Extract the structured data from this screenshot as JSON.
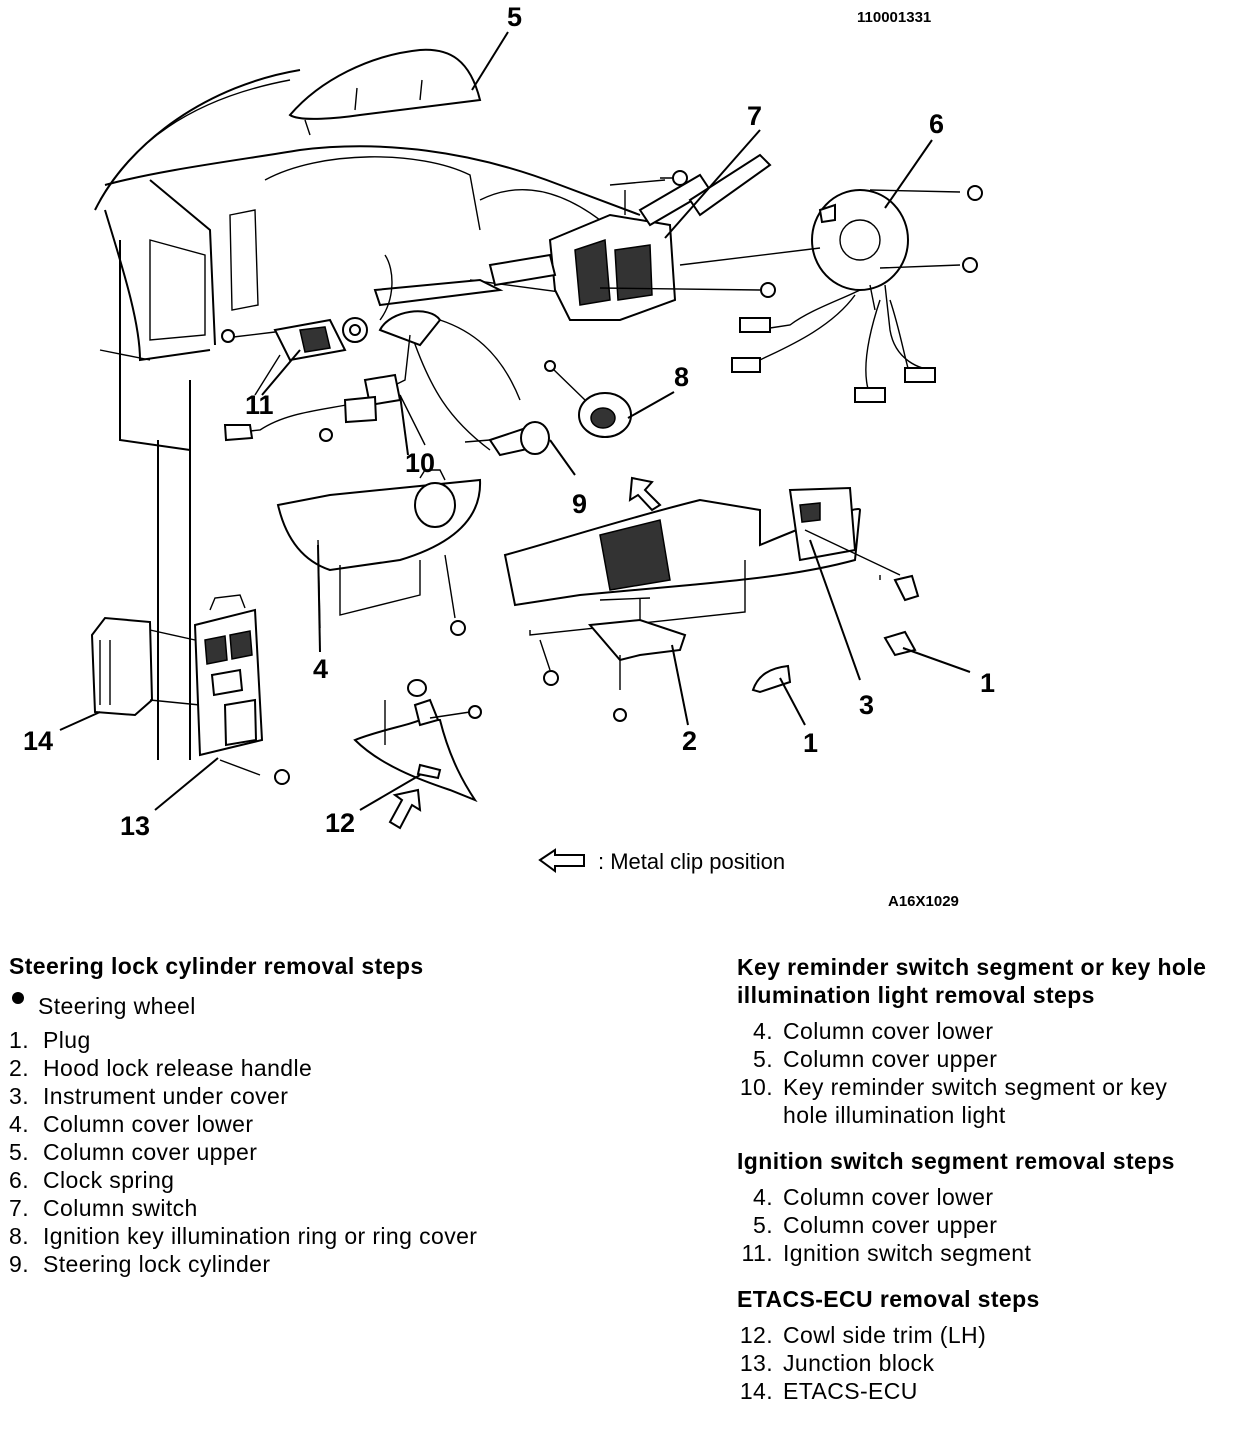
{
  "header": {
    "code_top": "110001331",
    "code_bottom": "A16X1029"
  },
  "legend": {
    "text": ": Metal clip position"
  },
  "callouts": [
    "1",
    "1",
    "2",
    "3",
    "4",
    "5",
    "6",
    "7",
    "8",
    "9",
    "10",
    "11",
    "12",
    "13",
    "14"
  ],
  "sections": {
    "steering": {
      "title": "Steering lock cylinder removal steps",
      "bullet": "Steering wheel",
      "items": [
        {
          "n": "1.",
          "t": "Plug"
        },
        {
          "n": "2.",
          "t": "Hood lock release handle"
        },
        {
          "n": "3.",
          "t": "Instrument under cover"
        },
        {
          "n": "4.",
          "t": "Column cover lower"
        },
        {
          "n": "5.",
          "t": "Column cover upper"
        },
        {
          "n": "6.",
          "t": "Clock spring"
        },
        {
          "n": "7.",
          "t": "Column switch"
        },
        {
          "n": "8.",
          "t": "Ignition key illumination ring or ring cover"
        },
        {
          "n": "9.",
          "t": "Steering lock cylinder"
        }
      ]
    },
    "key_reminder": {
      "title": "Key reminder switch segment or key hole illumination light removal steps",
      "items": [
        {
          "n": "4.",
          "t": "Column cover lower"
        },
        {
          "n": "5.",
          "t": "Column cover upper"
        },
        {
          "n": "10.",
          "t": "Key reminder switch segment or key hole illumination light"
        }
      ]
    },
    "ignition": {
      "title": "Ignition switch segment removal steps",
      "items": [
        {
          "n": "4.",
          "t": "Column cover lower"
        },
        {
          "n": "5.",
          "t": "Column cover upper"
        },
        {
          "n": "11.",
          "t": "Ignition switch segment"
        }
      ]
    },
    "etacs": {
      "title": "ETACS-ECU removal steps",
      "items": [
        {
          "n": "12.",
          "t": "Cowl side trim (LH)"
        },
        {
          "n": "13.",
          "t": "Junction block"
        },
        {
          "n": "14.",
          "t": "ETACS-ECU"
        }
      ]
    }
  }
}
